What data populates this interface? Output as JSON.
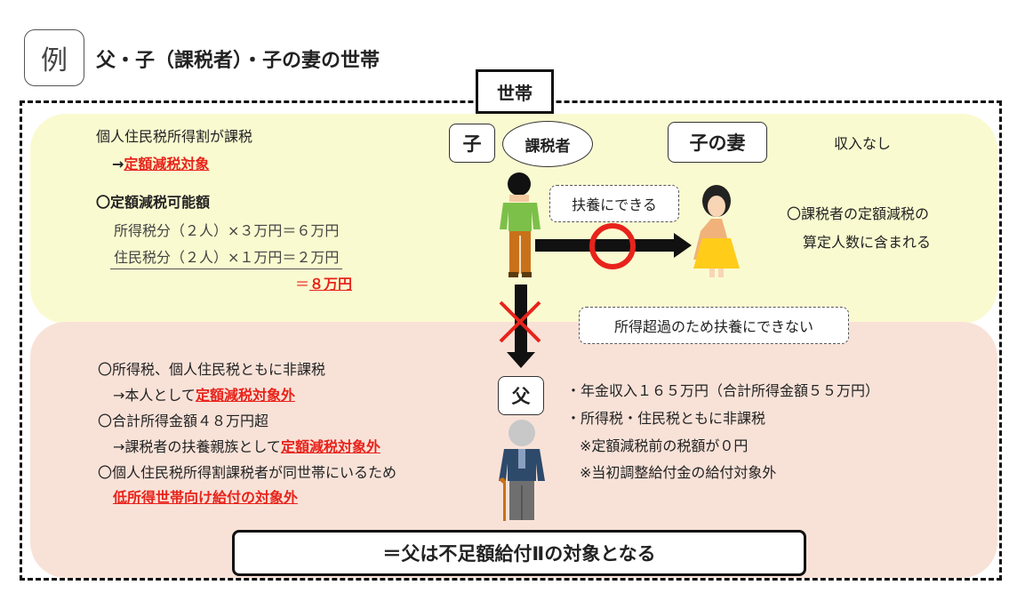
{
  "example": {
    "badge": "例",
    "title": "父・子（課税者）・子の妻の世帯"
  },
  "household_label": "世帯",
  "top": {
    "child_label": "子",
    "taxpayer_label": "課税者",
    "wife_label": "子の妻",
    "wife_income": "収入なし",
    "dependent_ok": "扶養にできる",
    "wife_note_line1": "〇課税者の定額減税の",
    "wife_note_line2": "算定人数に含まれる",
    "left_line1": "個人住民税所得割が課税",
    "left_line2_prefix": "→",
    "left_line2_red": "定額減税対象",
    "deduct_heading": "〇定額減税可能額",
    "calc_line1": "所得税分（２人）×３万円＝６万円",
    "calc_line2": "住民税分（２人）×１万円＝２万円",
    "calc_total_prefix": "＝",
    "calc_total_red": "８万円"
  },
  "middle": {
    "not_dependent": "所得超過のため扶養にできない"
  },
  "bottom": {
    "father_label": "父",
    "left_line1": "〇所得税、個人住民税ともに非課税",
    "left_line2_prefix": "→本人として",
    "left_line2_red": "定額減税対象外",
    "left_line3": "〇合計所得金額４８万円超",
    "left_line4_prefix": "→課税者の扶養親族として",
    "left_line4_red": "定額減税対象外",
    "left_line5": "〇個人住民税所得割課税者が同世帯にいるため",
    "left_line6_red": "低所得世帯向け給付の対象外",
    "right_line1": "・年金収入１６５万円（合計所得金額５５万円）",
    "right_line2": "・所得税・住民税ともに非課税",
    "right_line3": "※定額減税前の税額が０円",
    "right_line4": "※当初調整給付金の給付対象外",
    "conclusion": "＝父は不足額給付Ⅱの対象となる"
  },
  "colors": {
    "yellow_bg": "#fafad0",
    "pink_bg": "#f8e2d8",
    "red": "#e8231b",
    "arrow": "#111111"
  }
}
